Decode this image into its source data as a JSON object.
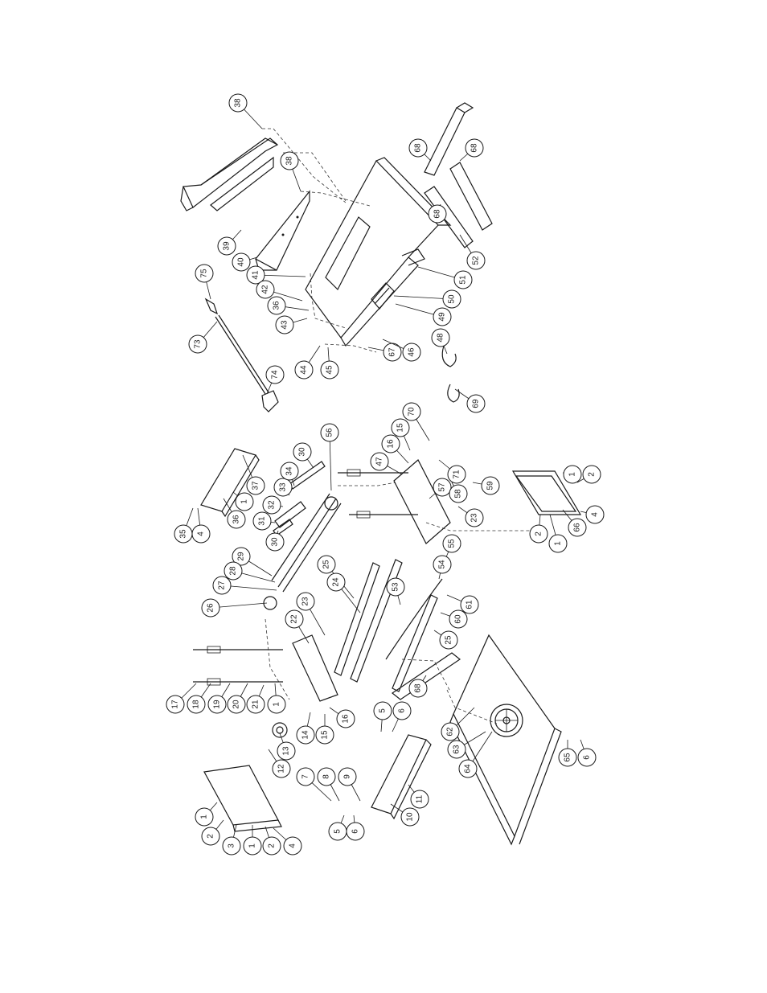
{
  "callouts": [
    {
      "n": "38"
    },
    {
      "n": "38"
    },
    {
      "n": "39"
    },
    {
      "n": "40"
    },
    {
      "n": "41"
    },
    {
      "n": "42"
    },
    {
      "n": "36"
    },
    {
      "n": "43"
    },
    {
      "n": "44"
    },
    {
      "n": "45"
    },
    {
      "n": "67"
    },
    {
      "n": "46"
    },
    {
      "n": "48"
    },
    {
      "n": "69"
    },
    {
      "n": "49"
    },
    {
      "n": "50"
    },
    {
      "n": "51"
    },
    {
      "n": "52"
    },
    {
      "n": "68"
    },
    {
      "n": "68"
    },
    {
      "n": "68"
    },
    {
      "n": "73"
    },
    {
      "n": "74"
    },
    {
      "n": "75"
    },
    {
      "n": "37"
    },
    {
      "n": "1"
    },
    {
      "n": "36"
    },
    {
      "n": "4"
    },
    {
      "n": "35"
    },
    {
      "n": "30"
    },
    {
      "n": "30"
    },
    {
      "n": "33"
    },
    {
      "n": "34"
    },
    {
      "n": "32"
    },
    {
      "n": "31"
    },
    {
      "n": "29"
    },
    {
      "n": "28"
    },
    {
      "n": "27"
    },
    {
      "n": "26"
    },
    {
      "n": "56"
    },
    {
      "n": "25"
    },
    {
      "n": "24"
    },
    {
      "n": "23"
    },
    {
      "n": "22"
    },
    {
      "n": "70"
    },
    {
      "n": "15"
    },
    {
      "n": "16"
    },
    {
      "n": "47"
    },
    {
      "n": "57"
    },
    {
      "n": "71"
    },
    {
      "n": "23"
    },
    {
      "n": "58"
    },
    {
      "n": "59"
    },
    {
      "n": "53"
    },
    {
      "n": "55"
    },
    {
      "n": "54"
    },
    {
      "n": "61"
    },
    {
      "n": "60"
    },
    {
      "n": "25"
    },
    {
      "n": "17"
    },
    {
      "n": "18"
    },
    {
      "n": "19"
    },
    {
      "n": "20"
    },
    {
      "n": "21"
    },
    {
      "n": "1"
    },
    {
      "n": "14"
    },
    {
      "n": "15"
    },
    {
      "n": "16"
    },
    {
      "n": "13"
    },
    {
      "n": "12"
    },
    {
      "n": "68"
    },
    {
      "n": "5"
    },
    {
      "n": "6"
    },
    {
      "n": "7"
    },
    {
      "n": "8"
    },
    {
      "n": "9"
    },
    {
      "n": "11"
    },
    {
      "n": "10"
    },
    {
      "n": "5"
    },
    {
      "n": "6"
    },
    {
      "n": "1"
    },
    {
      "n": "2"
    },
    {
      "n": "3"
    },
    {
      "n": "1"
    },
    {
      "n": "2"
    },
    {
      "n": "4"
    },
    {
      "n": "62"
    },
    {
      "n": "63"
    },
    {
      "n": "64"
    },
    {
      "n": "65"
    },
    {
      "n": "6"
    },
    {
      "n": "2"
    },
    {
      "n": "1"
    },
    {
      "n": "66"
    },
    {
      "n": "1"
    },
    {
      "n": "2"
    },
    {
      "n": "4"
    }
  ]
}
